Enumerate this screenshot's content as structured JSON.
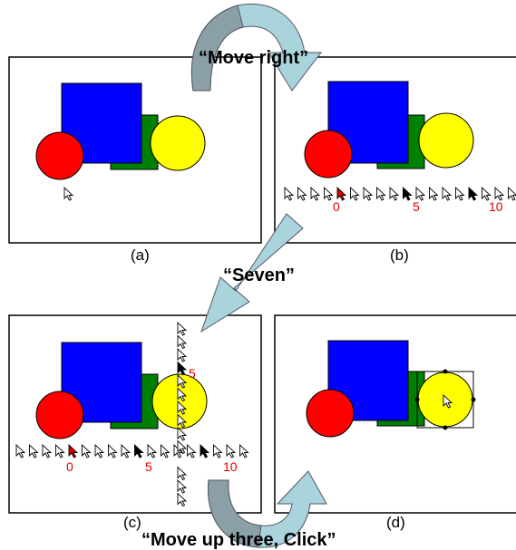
{
  "panels": {
    "a": {
      "label": "(a)"
    },
    "b": {
      "label": "(b)",
      "ruler_numbers": [
        "0",
        "5",
        "10"
      ]
    },
    "c": {
      "label": "(c)",
      "ruler_numbers": [
        "0",
        "5",
        "10"
      ],
      "vertical_number": "5"
    },
    "d": {
      "label": "(d)"
    }
  },
  "commands": {
    "move_right": "“Move right”",
    "seven": "“Seven”",
    "move_up_click": "“Move up three, Click”"
  },
  "colors": {
    "blue_square": "#0000ff",
    "green_square": "#008000",
    "red_circle": "#ff0000",
    "yellow_circle": "#ffff00",
    "arrow_fill": "#a9d4dc",
    "arrow_dark": "#8a9fa6",
    "number_red": "#e00000"
  }
}
